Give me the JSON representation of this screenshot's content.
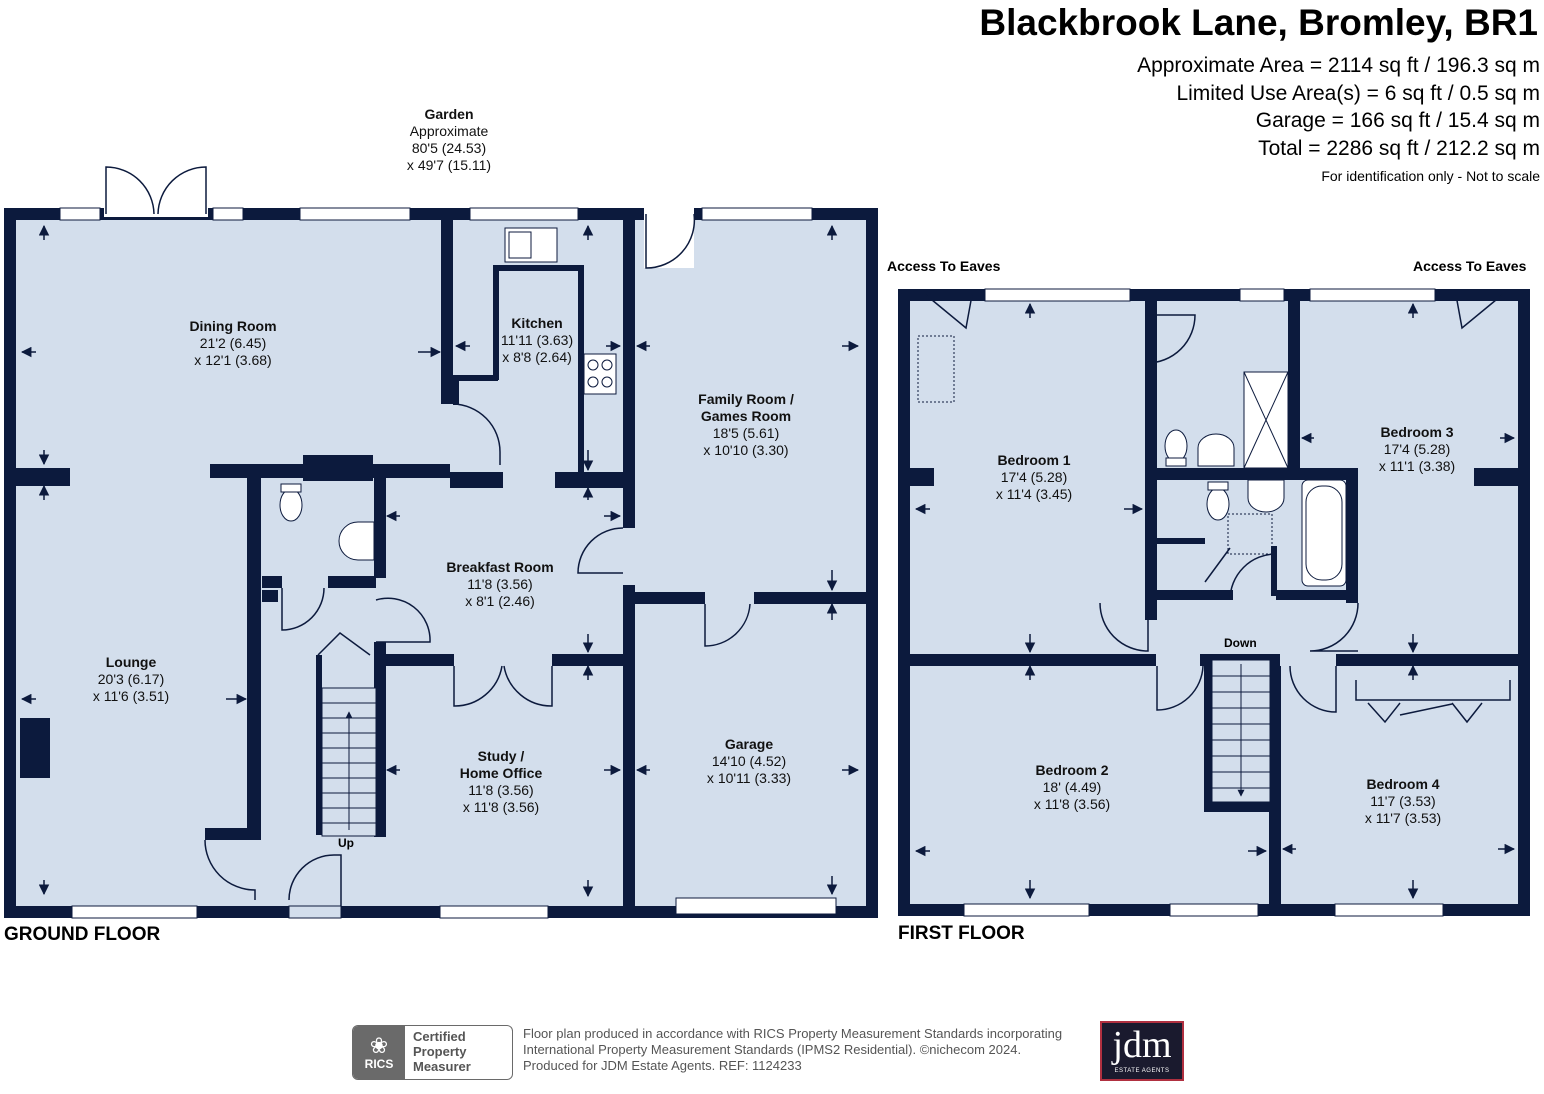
{
  "header": {
    "title": "Blackbrook Lane, Bromley, BR1",
    "areas": [
      "Approximate Area = 2114 sq ft / 196.3 sq m",
      "Limited Use Area(s) = 6 sq ft / 0.5 sq m",
      "Garage = 166 sq ft / 15.4 sq m",
      "Total = 2286 sq ft / 212.2 sq m"
    ],
    "note": "For identification only - Not to scale"
  },
  "garden": {
    "name": "Garden",
    "line1": "Approximate",
    "line2": "80'5 (24.53)",
    "line3": "x 49'7 (15.11)"
  },
  "ground_floor": {
    "label": "GROUND FLOOR",
    "rooms": [
      {
        "name": "Dining Room",
        "d1": "21'2 (6.45)",
        "d2": "x 12'1 (3.68)"
      },
      {
        "name": "Kitchen",
        "d1": "11'11 (3.63)",
        "d2": "x 8'8 (2.64)"
      },
      {
        "name": "Family Room /",
        "name2": "Games Room",
        "d1": "18'5 (5.61)",
        "d2": "x 10'10 (3.30)"
      },
      {
        "name": "Breakfast Room",
        "d1": "11'8 (3.56)",
        "d2": "x 8'1 (2.46)"
      },
      {
        "name": "Lounge",
        "d1": "20'3 (6.17)",
        "d2": "x 11'6 (3.51)"
      },
      {
        "name": "Study /",
        "name2": "Home Office",
        "d1": "11'8 (3.56)",
        "d2": "x 11'8 (3.56)"
      },
      {
        "name": "Garage",
        "d1": "14'10 (4.52)",
        "d2": "x 10'11 (3.33)"
      }
    ],
    "stairs_label": "Up"
  },
  "first_floor": {
    "label": "FIRST FLOOR",
    "eaves_left": "Access To Eaves",
    "eaves_right": "Access To Eaves",
    "stairs_label": "Down",
    "rooms": [
      {
        "name": "Bedroom 1",
        "d1": "17'4 (5.28)",
        "d2": "x 11'4 (3.45)"
      },
      {
        "name": "Bedroom 3",
        "d1": "17'4 (5.28)",
        "d2": "x 11'1 (3.38)"
      },
      {
        "name": "Bedroom 2",
        "d1": "18' (4.49)",
        "d2": "x 11'8 (3.56)"
      },
      {
        "name": "Bedroom 4",
        "d1": "11'7 (3.53)",
        "d2": "x 11'7 (3.53)"
      }
    ]
  },
  "footer": {
    "line1": "Floor plan produced in accordance with RICS Property Measurement Standards incorporating",
    "line2": "International Property Measurement Standards (IPMS2 Residential).  ©nichecom 2024.",
    "line3": "Produced for JDM Estate Agents.   REF: 1124233",
    "rics_logo": "RICS",
    "rics_cert": [
      "Certified",
      "Property",
      "Measurer"
    ],
    "agent_logo": "jdm",
    "agent_sub": "ESTATE AGENTS"
  },
  "colors": {
    "wall": "#0c1a3d",
    "floor": "#d3deec",
    "window": "#ffffff"
  }
}
